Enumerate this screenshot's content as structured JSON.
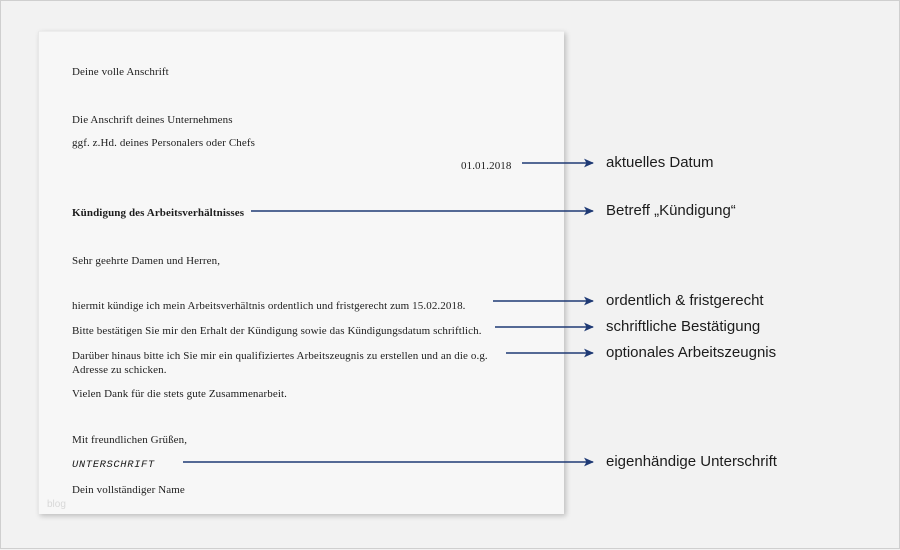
{
  "page": {
    "background_color": "#f2f2f2",
    "sheet_color": "#f7f7f7",
    "accent_color": "#1f3a75",
    "watermark": "blog"
  },
  "letter": {
    "sender_address": "Deine volle Anschrift",
    "recipient_company": "Die Anschrift deines Unternehmens",
    "recipient_attention": "ggf. z.Hd. deines Personalers oder Chefs",
    "date": "01.01.2018",
    "subject": "Kündigung des Arbeitsverhältnisses",
    "salutation": "Sehr geehrte Damen und Herren,",
    "body_line_1": "hiermit kündige ich mein Arbeitsverhältnis ordentlich und fristgerecht zum 15.02.2018.",
    "body_line_2": "Bitte bestätigen Sie mir den Erhalt der Kündigung sowie das Kündigungsdatum schriftlich.",
    "body_line_3": "Darüber hinaus bitte ich Sie mir ein qualifiziertes Arbeitszeugnis zu erstellen und an die o.g.\nAdresse zu schicken.",
    "body_line_4": "Vielen Dank für die stets gute Zusammenarbeit.",
    "closing": "Mit freundlichen Grüßen,",
    "signature_placeholder": "UNTERSCHRIFT",
    "sender_name": "Dein vollständiger Name"
  },
  "annotations": [
    {
      "label": "aktuelles Datum"
    },
    {
      "label": "Betreff „Kündigung“"
    },
    {
      "label": "ordentlich & fristgerecht"
    },
    {
      "label": "schriftliche Bestätigung"
    },
    {
      "label": "optionales Arbeitszeugnis"
    },
    {
      "label": "eigenhändige Unterschrift"
    }
  ]
}
